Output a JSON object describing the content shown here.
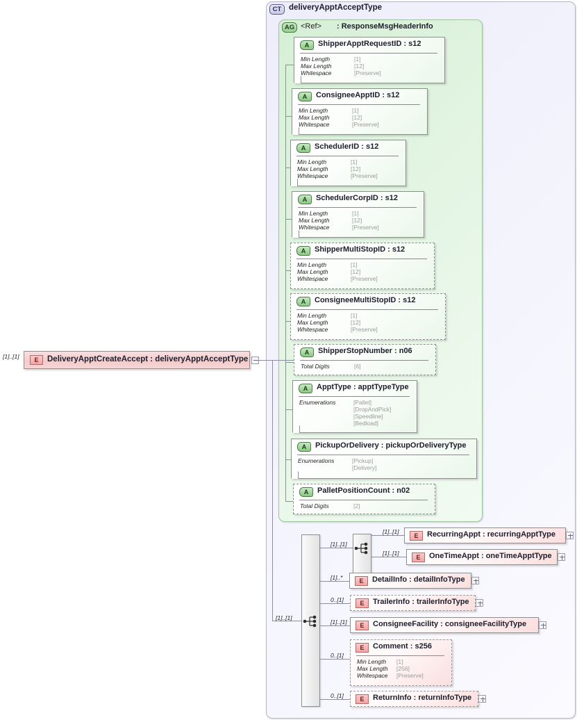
{
  "diagram": {
    "kind": "xsd-schema-diagram",
    "root_element": {
      "badge": "E",
      "label": "DeliveryApptCreateAccept : deliveryApptAcceptType",
      "cardinality": "[1]..[1]",
      "expander": "minus"
    },
    "complex_type": {
      "badge": "CT",
      "title": "deliveryApptAcceptType"
    },
    "attribute_group": {
      "badge": "AG",
      "ref_label": "<Ref>",
      "ref_type": ": ResponseMsgHeaderInfo"
    },
    "facet_labels": {
      "min_length": "Min Length",
      "max_length": "Max Length",
      "whitespace": "Whitespace",
      "total_digits": "Total Digits",
      "enumerations": "Enumerations"
    },
    "attributes": [
      {
        "badge": "A",
        "name": "ShipperApptRequestID : s12",
        "required": true,
        "facets": [
          {
            "key": "Min Length",
            "value": "[1]"
          },
          {
            "key": "Max Length",
            "value": "[12]"
          },
          {
            "key": "Whitespace",
            "value": "[Preserve]"
          }
        ]
      },
      {
        "badge": "A",
        "name": "ConsigneeApptID : s12",
        "required": true,
        "facets": [
          {
            "key": "Min Length",
            "value": "[1]"
          },
          {
            "key": "Max Length",
            "value": "[12]"
          },
          {
            "key": "Whitespace",
            "value": "[Preserve]"
          }
        ]
      },
      {
        "badge": "A",
        "name": "SchedulerID : s12",
        "required": true,
        "facets": [
          {
            "key": "Min Length",
            "value": "[1]"
          },
          {
            "key": "Max Length",
            "value": "[12]"
          },
          {
            "key": "Whitespace",
            "value": "[Preserve]"
          }
        ]
      },
      {
        "badge": "A",
        "name": "SchedulerCorpID : s12",
        "required": true,
        "facets": [
          {
            "key": "Min Length",
            "value": "[1]"
          },
          {
            "key": "Max Length",
            "value": "[12]"
          },
          {
            "key": "Whitespace",
            "value": "[Preserve]"
          }
        ]
      },
      {
        "badge": "A",
        "name": "ShipperMultiStopID : s12",
        "required": false,
        "facets": [
          {
            "key": "Min Length",
            "value": "[1]"
          },
          {
            "key": "Max Length",
            "value": "[12]"
          },
          {
            "key": "Whitespace",
            "value": "[Preserve]"
          }
        ]
      },
      {
        "badge": "A",
        "name": "ConsigneeMultiStopID : s12",
        "required": false,
        "facets": [
          {
            "key": "Min Length",
            "value": "[1]"
          },
          {
            "key": "Max Length",
            "value": "[12]"
          },
          {
            "key": "Whitespace",
            "value": "[Preserve]"
          }
        ]
      },
      {
        "badge": "A",
        "name": "ShipperStopNumber : n06",
        "required": false,
        "facets": [
          {
            "key": "Total Digits",
            "value": "[6]"
          }
        ]
      },
      {
        "badge": "A",
        "name": "ApptType : apptTypeType",
        "required": true,
        "facets": [
          {
            "key": "Enumerations",
            "value": "[Pallet]"
          },
          {
            "key": "",
            "value": "[DropAndPick]"
          },
          {
            "key": "",
            "value": "[Speedline]"
          },
          {
            "key": "",
            "value": "[Bedload]"
          }
        ]
      },
      {
        "badge": "A",
        "name": "PickupOrDelivery : pickupOrDeliveryType",
        "required": true,
        "facets": [
          {
            "key": "Enumerations",
            "value": "[Pickup]"
          },
          {
            "key": "",
            "value": "[Delivery]"
          }
        ]
      },
      {
        "badge": "A",
        "name": "PalletPositionCount : n02",
        "required": false,
        "facets": [
          {
            "key": "Total Digits",
            "value": "[2]"
          }
        ]
      }
    ],
    "sequence": {
      "type": "sequence",
      "cardinality": "[1]..[1]"
    },
    "choice": {
      "type": "choice",
      "cardinality": "[1]..[1]",
      "branches": [
        {
          "badge": "E",
          "name": "RecurringAppt : recurringApptType",
          "cardinality": "[1]..[1]",
          "required": true,
          "expander": "plus"
        },
        {
          "badge": "E",
          "name": "OneTimeAppt : oneTimeApptType",
          "cardinality": "[1]..[1]",
          "required": true,
          "expander": "plus"
        }
      ]
    },
    "elements": [
      {
        "badge": "E",
        "name": "DetailInfo : detailInfoType",
        "cardinality": "[1]..*",
        "required": true,
        "expander": "plus",
        "facets": []
      },
      {
        "badge": "E",
        "name": "TrailerInfo : trailerInfoType",
        "cardinality": "0..[1]",
        "required": false,
        "expander": "plus",
        "facets": []
      },
      {
        "badge": "E",
        "name": "ConsigneeFacility : consigneeFacilityType",
        "cardinality": "[1]..[1]",
        "required": true,
        "expander": "plus",
        "facets": []
      },
      {
        "badge": "E",
        "name": "Comment : s256",
        "cardinality": "0..[1]",
        "required": false,
        "expander": "none",
        "facets": [
          {
            "key": "Min Length",
            "value": "[1]"
          },
          {
            "key": "Max Length",
            "value": "[256]"
          },
          {
            "key": "Whitespace",
            "value": "[Preserve]"
          }
        ]
      },
      {
        "badge": "E",
        "name": "ReturnInfo : returnInfoType",
        "cardinality": "0..[1]",
        "required": false,
        "expander": "plus",
        "facets": []
      }
    ]
  },
  "colors": {
    "element_fill": "#fbdede",
    "attribute_fill": "#eaf7ea",
    "complex_type_fill": "#eeeefb",
    "attribute_group_fill": "#d5efd5",
    "connector": "#8d8da2"
  }
}
